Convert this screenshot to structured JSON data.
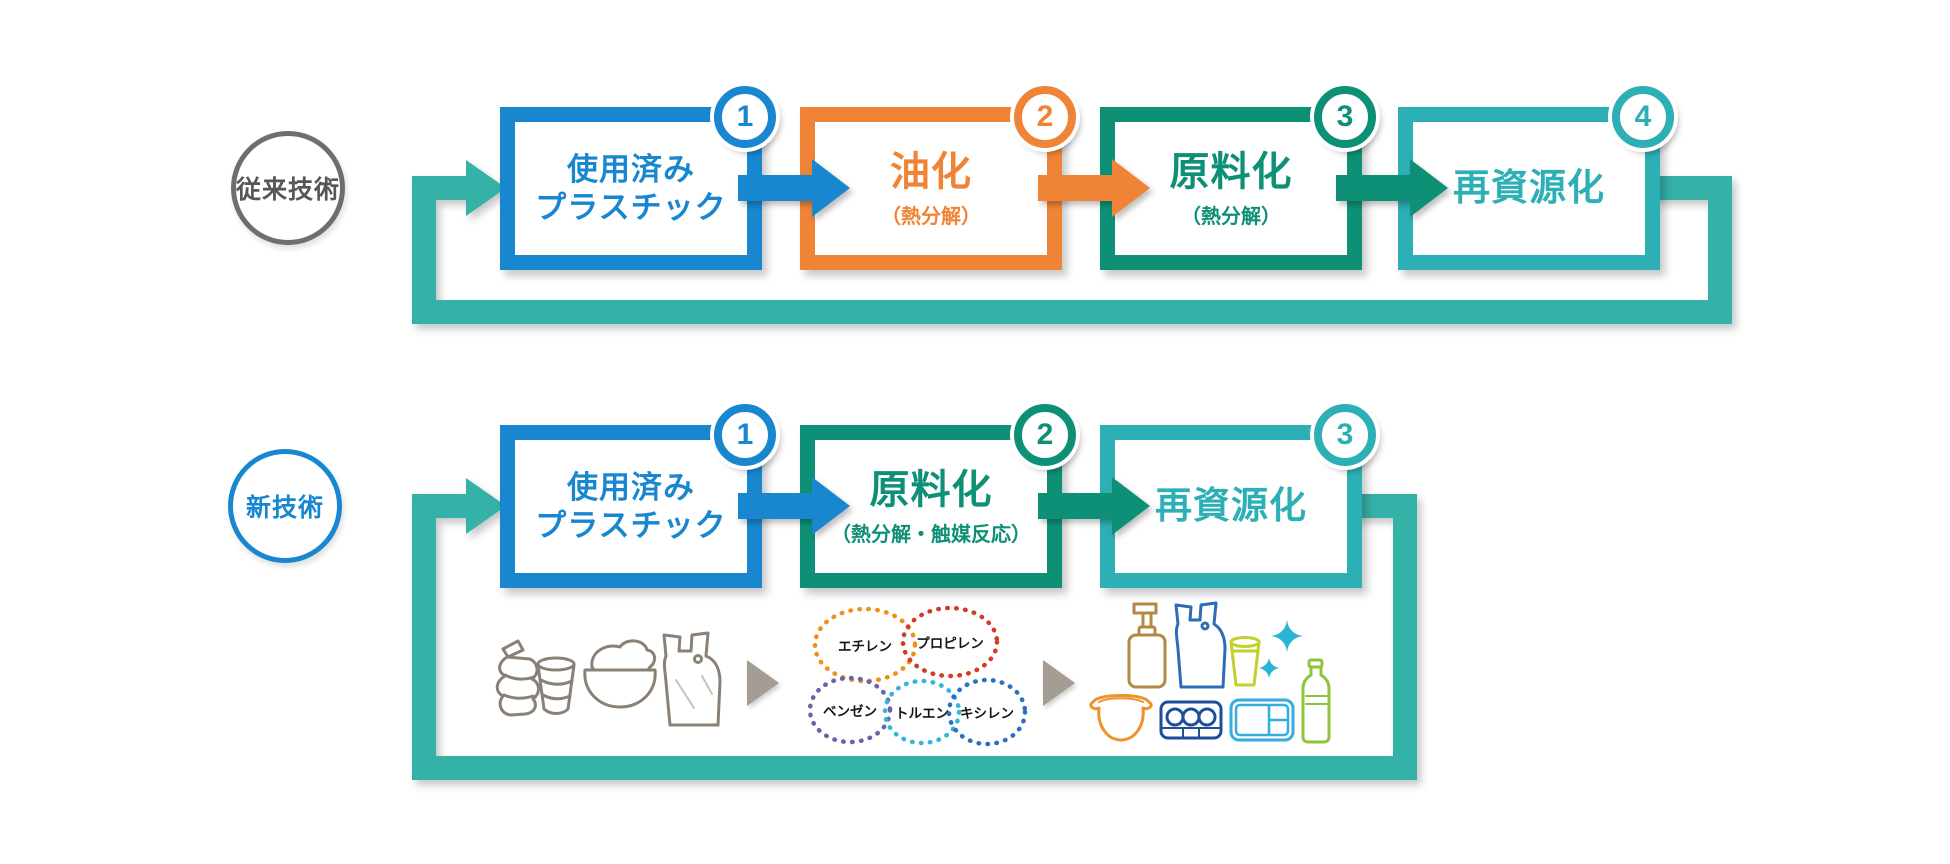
{
  "colors": {
    "blue": "#1887D0",
    "orange": "#EF8437",
    "dark_teal": "#0E9077",
    "teal": "#2DAFB6",
    "loop_teal": "#35B2A8",
    "circle_gray": "#6E6E6E",
    "label_gray": "#575757",
    "process_arrow_gray": "#A59D94",
    "waste_outline_gray": "#8A8076"
  },
  "conventional": {
    "label": "従来技術",
    "steps": [
      {
        "num": "1",
        "line1": "使用済み",
        "line2": "プラスチック",
        "sub": "",
        "color": "#1887D0"
      },
      {
        "num": "2",
        "line1": "油化",
        "line2": "",
        "sub": "（熱分解）",
        "color": "#EF8437"
      },
      {
        "num": "3",
        "line1": "原料化",
        "line2": "",
        "sub": "（熱分解）",
        "color": "#0E9077"
      },
      {
        "num": "4",
        "line1": "再資源化",
        "line2": "",
        "sub": "",
        "color": "#2DAFB6"
      }
    ]
  },
  "new_tech": {
    "label": "新技術",
    "steps": [
      {
        "num": "1",
        "line1": "使用済み",
        "line2": "プラスチック",
        "sub": "",
        "color": "#1887D0"
      },
      {
        "num": "2",
        "line1": "原料化",
        "line2": "",
        "sub": "（熱分解・触媒反応）",
        "color": "#0E9077"
      },
      {
        "num": "3",
        "line1": "再資源化",
        "line2": "",
        "sub": "",
        "color": "#2DAFB6"
      }
    ]
  },
  "chemicals": [
    {
      "label": "エチレン",
      "color": "#EF9018"
    },
    {
      "label": "プロピレン",
      "color": "#D13C22"
    },
    {
      "label": "ベンゼン",
      "color": "#6A63AE"
    },
    {
      "label": "トルエン",
      "color": "#35B5D8"
    },
    {
      "label": "キシレン",
      "color": "#2A6FC0"
    }
  ],
  "icons": {
    "waste_items": [
      "crushed-pet-bottle",
      "crushed-cup",
      "bowl-with-waste",
      "plastic-bag"
    ],
    "process_arrows": [
      "triangle-right",
      "triangle-right"
    ],
    "product_items": [
      "pump-bottle",
      "shopping-bag",
      "cup",
      "sparkles",
      "mixing-bowl",
      "egg-carton",
      "food-container",
      "pet-bottle"
    ]
  }
}
